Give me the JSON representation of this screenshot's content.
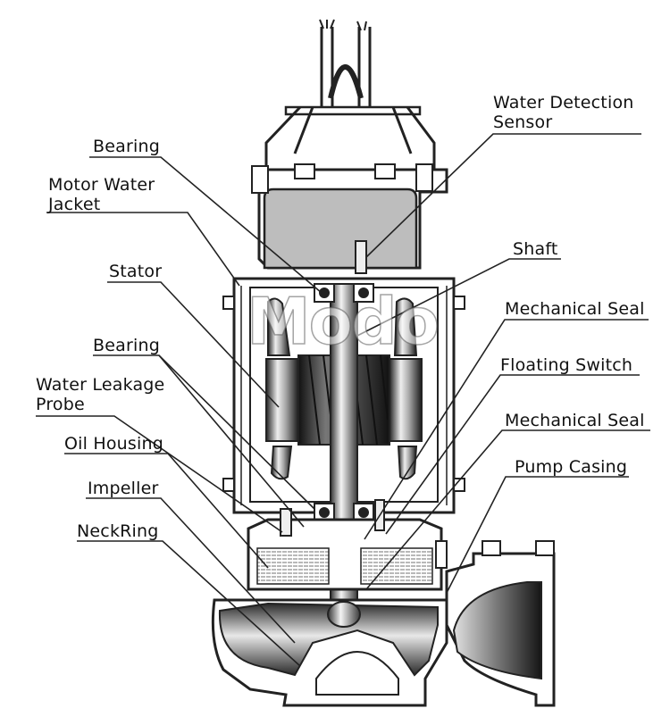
{
  "diagram": {
    "labels_left": {
      "bearing_top": "Bearing",
      "motor_water_jacket_1": "Motor Water",
      "motor_water_jacket_2": "Jacket",
      "stator": "Stator",
      "bearing_lower": "Bearing",
      "water_leakage_probe_1": "Water Leakage",
      "water_leakage_probe_2": "Probe",
      "oil_housing": "Oil Housing",
      "impeller": "Impeller",
      "neck_ring": "NeckRing"
    },
    "labels_right": {
      "water_detection_sensor_1": "Water Detection",
      "water_detection_sensor_2": "Sensor",
      "shaft": "Shaft",
      "mechanical_seal_upper": "Mechanical Seal",
      "floating_switch": "Floating Switch",
      "mechanical_seal_lower": "Mechanical Seal",
      "pump_casing": "Pump Casing"
    },
    "watermark": "Modo"
  }
}
